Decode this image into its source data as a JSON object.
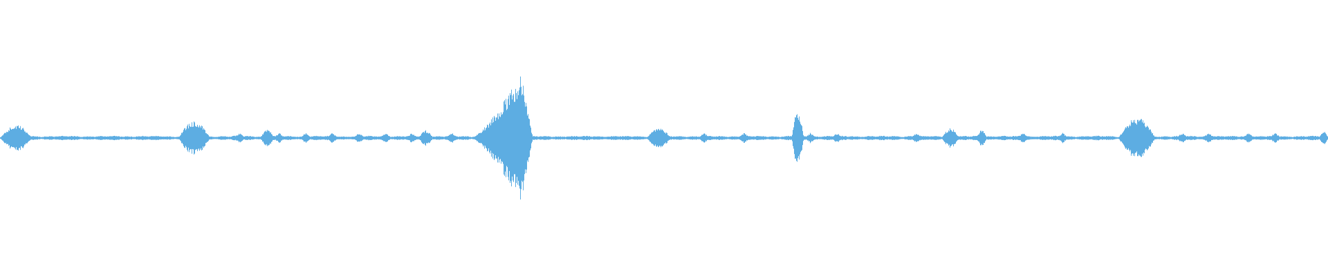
{
  "waveform": {
    "color": "#5dade2",
    "background": "#ffffff",
    "segments": [
      {
        "name": "burst-1",
        "start": 0.0,
        "end": 0.024,
        "amplitude": 0.2
      },
      {
        "name": "burst-2",
        "start": 0.134,
        "end": 0.158,
        "amplitude": 0.26
      },
      {
        "name": "burst-3",
        "start": 0.196,
        "end": 0.206,
        "amplitude": 0.14
      },
      {
        "name": "burst-4",
        "start": 0.315,
        "end": 0.326,
        "amplitude": 0.12
      },
      {
        "name": "burst-5-peak",
        "start": 0.355,
        "end": 0.401,
        "amplitude": 1.0
      },
      {
        "name": "burst-6",
        "start": 0.487,
        "end": 0.505,
        "amplitude": 0.16
      },
      {
        "name": "burst-7-spike",
        "start": 0.596,
        "end": 0.605,
        "amplitude": 0.43
      },
      {
        "name": "burst-8",
        "start": 0.709,
        "end": 0.722,
        "amplitude": 0.15
      },
      {
        "name": "burst-9",
        "start": 0.735,
        "end": 0.743,
        "amplitude": 0.12
      },
      {
        "name": "burst-10",
        "start": 0.842,
        "end": 0.87,
        "amplitude": 0.31
      },
      {
        "name": "burst-11",
        "start": 0.993,
        "end": 1.0,
        "amplitude": 0.1
      }
    ]
  }
}
